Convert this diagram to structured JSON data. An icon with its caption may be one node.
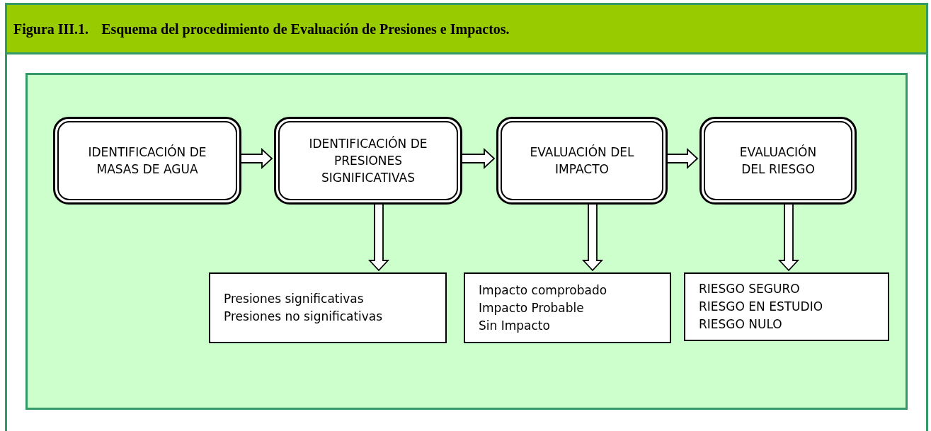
{
  "diagram": {
    "title": "Esquema del procedimiento de Evaluación de Presiones e Impactos.",
    "labels": [
      "Figura III.1."
    ],
    "nodes": [
      {
        "text": [],
        "shape": "box"
      },
      {
        "text": [
          "IDENTIFICACIÓN DE MASAS DE AGUA"
        ],
        "in": 0
      },
      {
        "text": [
          "IDENTIFICACIÓN DE PRESIONES SIGNIFICATIVAS"
        ],
        "in": 0
      },
      {
        "text": [
          "EVALUACIÓN DEL IMPACTO"
        ],
        "in": 0
      },
      {
        "text": [
          "EVALUACIÓN DEL RIESGO"
        ],
        "in": 0
      },
      {
        "text": [
          "Presiones significativas",
          "Presiones no significativas"
        ],
        "in": 0
      },
      {
        "text": [
          "Impacto comprobado",
          "Impacto Probable",
          "Sin Impacto"
        ],
        "in": 0
      },
      {
        "text": [
          "RIESGO SEGURO",
          "RIESGO EN ESTUDIO",
          "RIESGO NULO"
        ],
        "in": 0
      }
    ],
    "edges": [
      {
        "from": 1,
        "to": 2,
        "arrow": "to"
      },
      {
        "from": 2,
        "to": 3,
        "arrow": "to"
      },
      {
        "from": 3,
        "to": 4,
        "arrow": "to"
      },
      {
        "from": 2,
        "to": 5,
        "arrow": "to"
      },
      {
        "from": 3,
        "to": 6,
        "arrow": "to"
      },
      {
        "from": 4,
        "to": 7,
        "arrow": "to"
      }
    ]
  }
}
